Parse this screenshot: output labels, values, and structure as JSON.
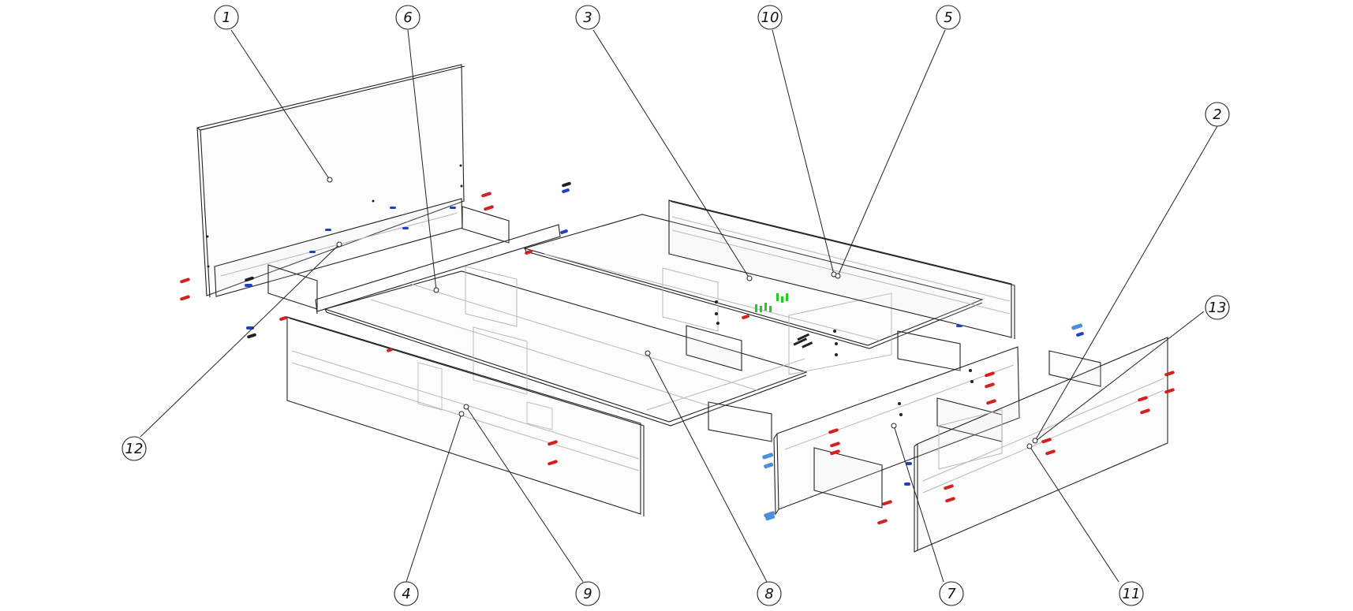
{
  "callouts": [
    {
      "id": "callout-1",
      "label": "1"
    },
    {
      "id": "callout-6",
      "label": "6"
    },
    {
      "id": "callout-3",
      "label": "3"
    },
    {
      "id": "callout-10",
      "label": "10"
    },
    {
      "id": "callout-5",
      "label": "5"
    },
    {
      "id": "callout-2",
      "label": "2"
    },
    {
      "id": "callout-13",
      "label": "13"
    },
    {
      "id": "callout-12",
      "label": "12"
    },
    {
      "id": "callout-4",
      "label": "4"
    },
    {
      "id": "callout-9",
      "label": "9"
    },
    {
      "id": "callout-8",
      "label": "8"
    },
    {
      "id": "callout-7",
      "label": "7"
    },
    {
      "id": "callout-11",
      "label": "11"
    }
  ],
  "colors": {
    "line": "#222222",
    "hardware_red": "#d42020",
    "hardware_blue": "#2040c8",
    "hardware_light_blue": "#4a90d9",
    "hardware_green": "#22cc22"
  }
}
